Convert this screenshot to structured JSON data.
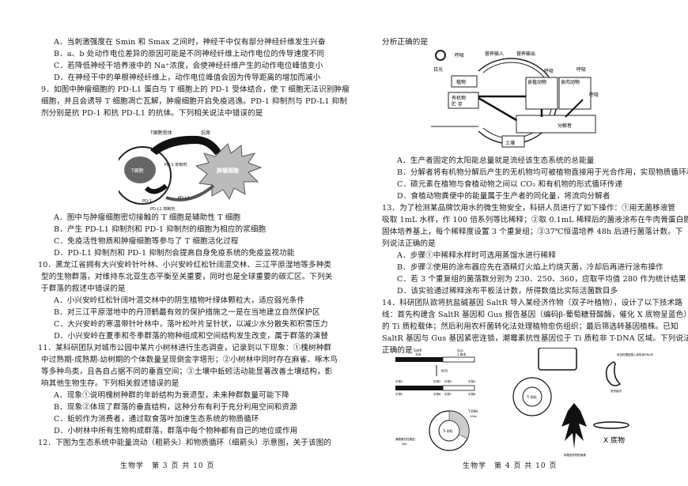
{
  "left_page": {
    "q8_options": [
      "A．当刺激强度在 Smin 和 Smax 之间时，神经干中仅有部分神经纤维发生兴奋",
      "B．a、b 处动作电位差异的原因可能是不同神经纤维上动作电位的传导速度不同",
      "C．若降低神经干培养液中的 Na⁺浓度，会使神经纤维产生的动作电位峰值变小",
      "D．在神经干中的单根神经纤维上，动作电位峰值会因为传导距离的增加而减小"
    ],
    "q9": {
      "stem": [
        "9．如图中肿瘤细胞的 PD-L1 蛋白与 T 细胞上的 PD-1 受体结合，使 T 细胞无法识别肿瘤",
        "细胞，并且会诱导 T 细胞凋亡瓦解，肿瘤细胞开启免疫逃逸。PD-1 抑制剂与 PD-L1 抑制",
        "剂分别是抗 PD-1 和抗 PD-L1 的抗体。下列相关说法中错误的是"
      ],
      "figure_labels": {
        "t_cell_receptor": "T细胞受体",
        "antigen": "抗原",
        "t_cell": "T细胞",
        "tumor_cell": "肿瘤细胞",
        "pd1_inhibitor": "PD-1 抑制剂",
        "pd1": "PD-1",
        "pdl1": "PD-L1",
        "pdl1_inhibitor": "PD-L1 抑制剂"
      },
      "options": [
        "A．图中与肿瘤细胞密切接触的 T 细胞是辅助性 T 细胞",
        "B．产生 PD-L1 抑制剂和 PD-1 抑制剂的细胞为相应的浆细胞",
        "C．免疫活性物质和肿瘤细胞等参与了 T 细胞活化过程",
        "D．PD-L1 抑制剂和 PD-1 抑制剂会提高自身免疫系统的免疫监视功能"
      ]
    },
    "q10": {
      "stem": [
        "10．黑龙江省拥有大兴安岭针叶林、小兴安岭红松针阔混交林、三江平原湿地等多种类",
        "型的生物群落，对维持东北亚生态平衡至关重要，同时也是全球重要的碳汇区。下列关",
        "于群落的叙述中错误的是"
      ],
      "options": [
        "A．小兴安岭红松针阔叶混交林中的阴生植物叶绿体颗粒大，适应弱光条件",
        "B．对三江平原湿地中的丹顶鹤最有效的保护措施之一是在当地建立自然保护区",
        "C．大兴安岭的寒温带针叶林中，落叶松叶片呈针状，以减少水分散失和积雪压力",
        "D．小兴安岭在夏季和冬季群落的物种组成和空间结构发生改变，属于群落的演替"
      ]
    },
    "q11": {
      "stem": [
        "11．某科研团队对城市公园中某片小树林进行生态调查，记录到以下现象：①槐树种群",
        "中过熟期-成熟期-幼树期的个体数量呈现倒金字塔形；②小树林中同时存在麻雀、啄木鸟",
        "等多种鸟类，且各自占据不同的垂直空间；③土壤中蚯蚓活动能显著改善土壤结构，影",
        "响其他生物生存。下列相关叙述错误的是"
      ],
      "options": [
        "A．现象①说明槐树种群的年龄结构为衰退型，未来种群数量可能下降",
        "B．现象②体现了群落的垂直结构，这种分布有利于充分利用空间和资源",
        "C．蚯蚓作为消费者，通过取食落叶加速生态系统的物质循环",
        "D．小树林中所有生物构成群落，群落中每个物种都有自己的地位或作用"
      ]
    },
    "q12_stem": "12．下图为生态系统中能量流动（粗箭头）和物质循环（细箭头）示意图，关于该图的",
    "footer": "生物学　第 3 页 共 10 页"
  },
  "right_page": {
    "q12_continued": "分析正确的是",
    "q12_figure_labels": {
      "sunlight": "日光",
      "respiration": "呼吸",
      "nutrient_input": "营养输入",
      "nutrient_output": "营养输出",
      "plant": "植物",
      "organic_storage_1": "有机物",
      "organic_storage_2": "贮 存",
      "herbivore": "食植动物",
      "carnivore": "食肉动物",
      "decomposer": "分解者",
      "soil": "土壤"
    },
    "q12_options": [
      "A．生产者固定的太阳能总量就是流经该生态系统的总能量",
      "B．分解者将有机物分解后产生的无机物均可被植物直接用于光合作用，实现物质循环利用",
      "C．碳元素在植物与食植动物之间以 CO₂ 和有机物的形式循环传递",
      "D．食植动物粪便中的能量属于生产者的同化量，将流向分解者"
    ],
    "q13": {
      "stem": [
        "13．为了检测某品牌饮用水的微生物安全，科研人员进行了如下操作：①用无菌移液管",
        "吸取 1mL 水样，作 100 倍系列等比稀释；②取 0.1mL 稀释后的菌液涂布在牛肉膏蛋白胨",
        "固体培养基上，每个稀释度设置 3 个重复组；③37℃恒温培养 48h 后进行菌落计数。下",
        "列说法正确的是"
      ],
      "options": [
        "A．步骤①中稀释水样时可选用蒸馏水进行稀释",
        "B．步骤②使用的涂布器应先在酒精灯火焰上灼烧灭菌，冷却后再进行涂布操作",
        "C．若 3 个重复组的菌落数分别为 230、250、360，应取平均值 280 作为统计结果",
        "D．该实验通过稀释涂布平板法计数，所得数值比实际活菌数目多"
      ]
    },
    "q14": {
      "stem": [
        "14．科研团队欲将抗盐碱基因 SaltR 导入某经济作物（双子叶植物），设计了以下技术路",
        "线：首先构建含 SaltR 基因和 Gus 报告基因（编码β-葡萄糖苷酸酶，催化 X 底物呈蓝色）",
        "的 Ti 质粒载体；然后利用农杆菌转化法处理植物愈伤组织；最后筛选转基因植株。已知",
        "SaltR 基因与 Gus 基因紧密连锁，潮霉素抗性基因位于 Ti 质粒非 T-DNA 区域。下列说法",
        "正确的是"
      ],
      "figure_labels": {
        "saltr": "SaltR",
        "saltr_size": "1kb",
        "gus": "Gus",
        "gus_size": "1.8kb",
        "pcr": "PCR",
        "primers_top": [
          "引物1",
          "引物2",
          "引物3",
          "引物4"
        ],
        "primers_bottom": [
          "引物5",
          "引物6",
          "引物7",
          "引物8"
        ],
        "tdna": "T-DNA",
        "tdna_size": "20kb",
        "ti_plasmid": "Ti 质粒",
        "hygromycin_gene": "潮霉素抗性基因",
        "hygromycin_size": "3kb",
        "callus": "愈伤组织",
        "callus_note": "将目的基因插入染色体DNA中",
        "x_substrate": "X 底物",
        "plant_note": "转基因作物的植株"
      }
    },
    "footer": "生物学　第 4 页 共 10 页"
  }
}
